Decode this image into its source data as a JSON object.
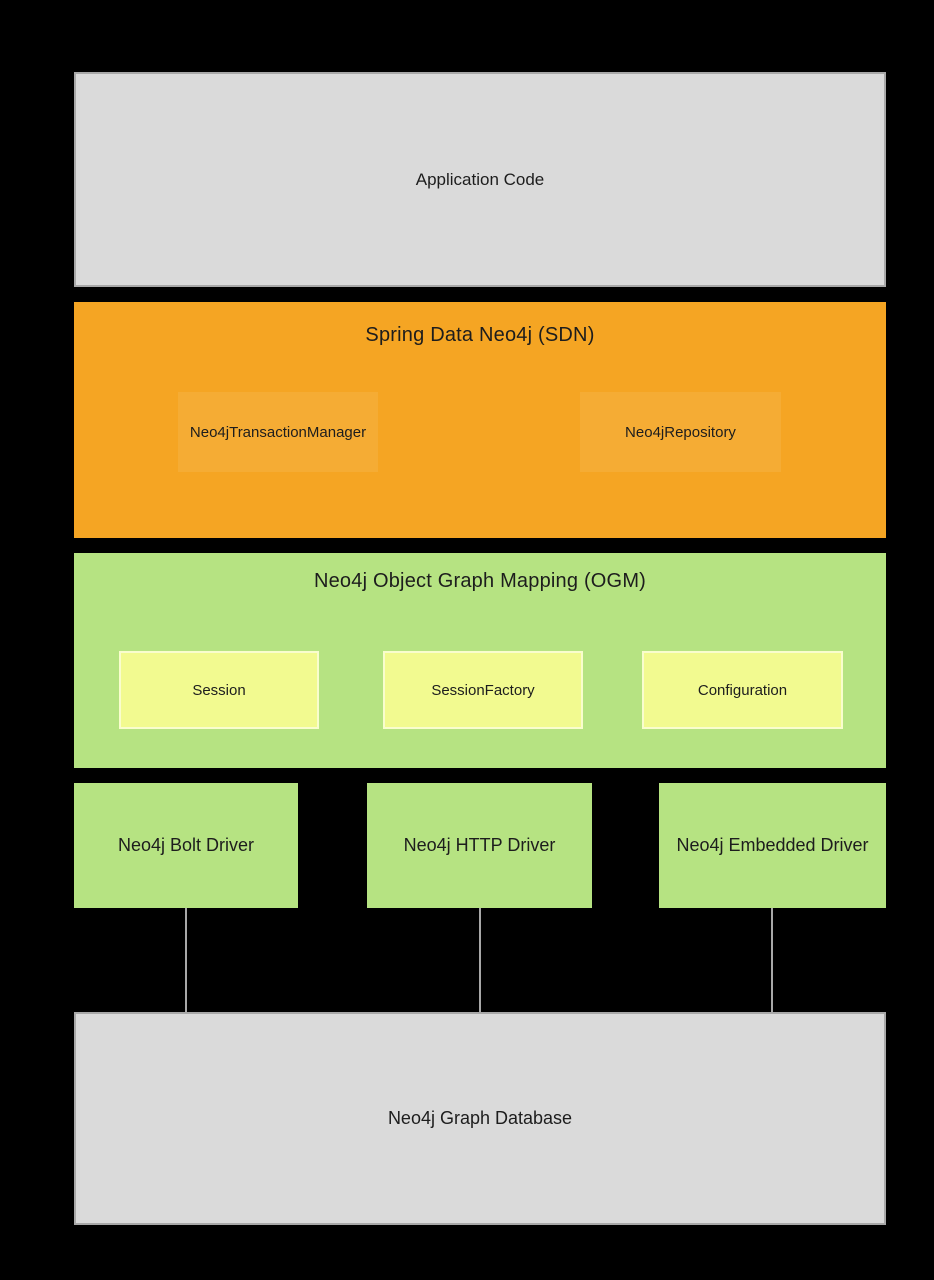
{
  "colors": {
    "background": "#000000",
    "gray_box": "#dadada",
    "gray_box_border": "#a8a8a8",
    "orange_layer": "#f5a523",
    "orange_inner_box": "#f6ac38",
    "green_layer": "#b6e382",
    "yellow_inner_box": "#f2fa90",
    "connector_line": "#a8a8a8",
    "text": "#1d1d1d"
  },
  "layers": {
    "application": {
      "label": "Application Code"
    },
    "sdn": {
      "title": "Spring Data Neo4j (SDN)",
      "components": [
        {
          "label": "Neo4jTransactionManager"
        },
        {
          "label": "Neo4jRepository"
        }
      ]
    },
    "ogm": {
      "title": "Neo4j Object Graph Mapping (OGM)",
      "components": [
        {
          "label": "Session"
        },
        {
          "label": "SessionFactory"
        },
        {
          "label": "Configuration"
        }
      ]
    },
    "drivers": [
      {
        "label": "Neo4j Bolt Driver"
      },
      {
        "label": "Neo4j HTTP Driver"
      },
      {
        "label": "Neo4j Embedded Driver"
      }
    ],
    "database": {
      "label": "Neo4j Graph Database"
    }
  }
}
